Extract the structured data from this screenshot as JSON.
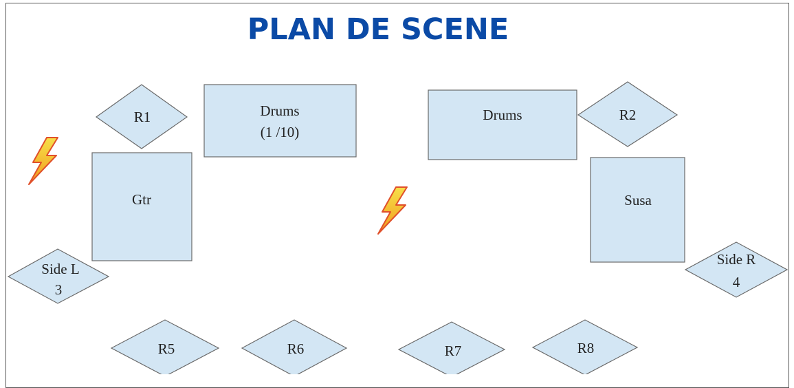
{
  "title": "PLAN DE SCENE",
  "colors": {
    "title": "#0b4aa6",
    "shape_fill": "#d3e6f4",
    "shape_stroke": "#6a6a6a",
    "power_fill": "#f5d020",
    "power_stroke": "#e0502a"
  },
  "elements": {
    "r1": "R1",
    "drums_left_line1": "Drums",
    "drums_left_line2": "(1 /10)",
    "drums_right": "Drums",
    "r2": "R2",
    "gtr": "Gtr",
    "susa": "Susa",
    "side_l_line1": "Side L",
    "side_l_line2": "3",
    "side_r_line1": "Side R",
    "side_r_line2": "4",
    "r5": "R5",
    "r6": "R6",
    "r7": "R7",
    "r8": "R8"
  },
  "icons": [
    "power-bolt-icon",
    "power-bolt-icon"
  ]
}
